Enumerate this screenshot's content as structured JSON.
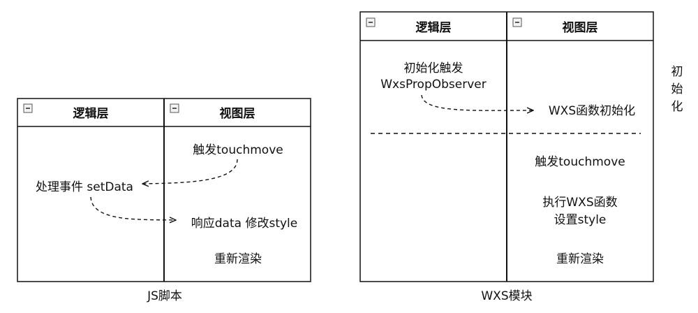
{
  "left_panel": {
    "col_logic": "逻辑层",
    "col_view": "视图层",
    "trigger": "触发touchmove",
    "handler": "处理事件 setData",
    "response": "响应data 修改style",
    "rerender": "重新渲染",
    "caption": "JS脚本"
  },
  "right_panel": {
    "col_logic": "逻辑层",
    "col_view": "视图层",
    "init_line1": "初始化触发",
    "init_line2": "WxsPropObserver",
    "wxs_init": "WXS函数初始化",
    "trigger": "触发touchmove",
    "exec_line1": "执行WXS函数",
    "exec_line2": "设置style",
    "rerender": "重新渲染",
    "caption": "WXS模块"
  },
  "side_note": [
    "初",
    "始",
    "化"
  ]
}
